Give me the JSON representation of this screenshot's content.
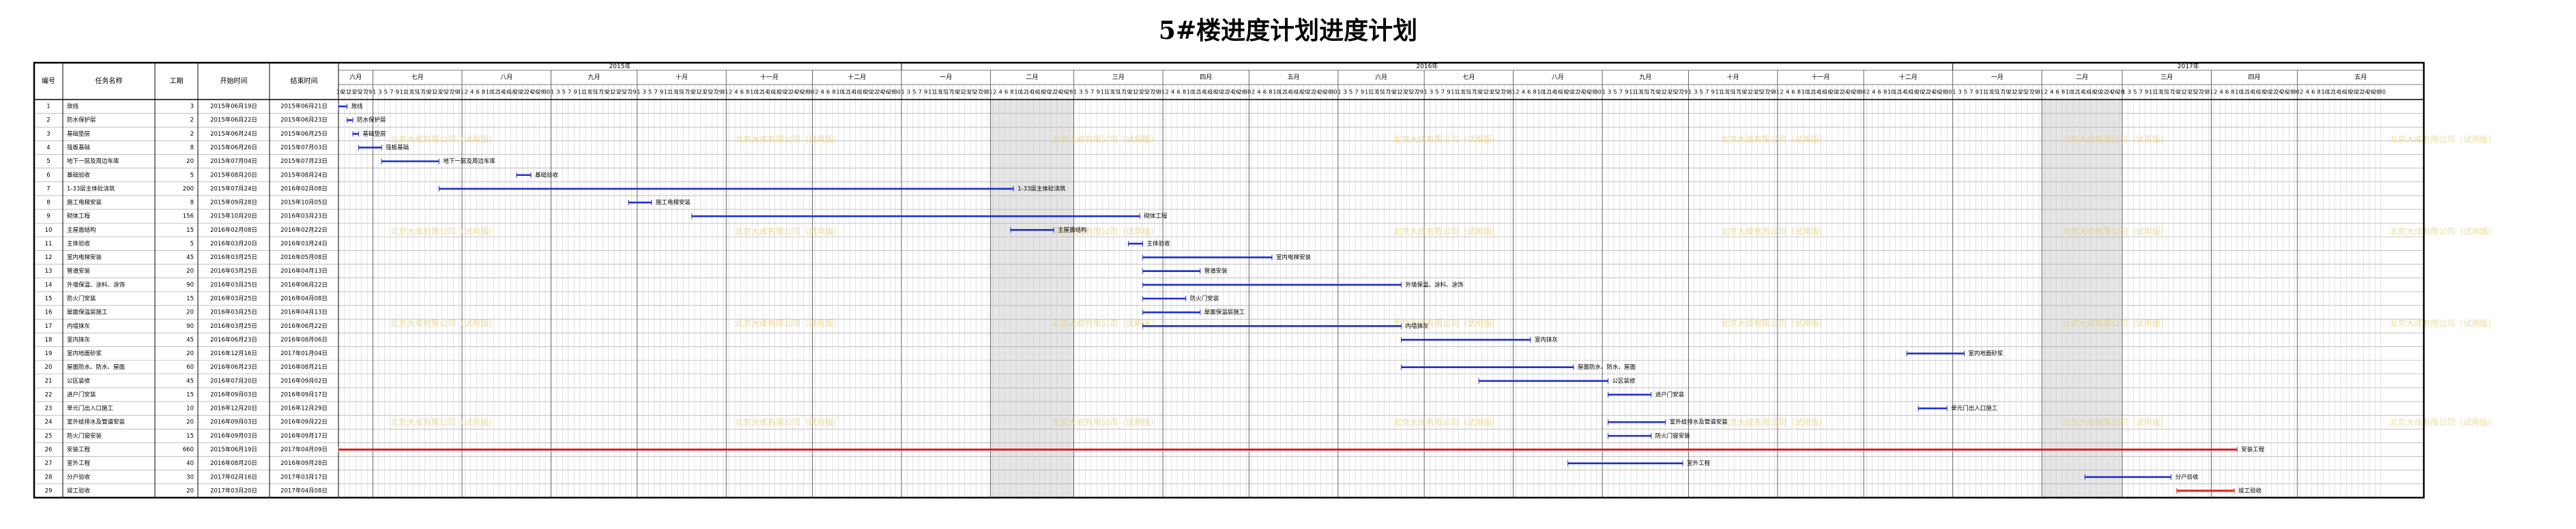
{
  "title": "5#楼进度计划进度计划",
  "headers": {
    "id": "编号",
    "name": "任务名称",
    "dur": "工期",
    "start": "开始时间",
    "end": "结束时间"
  },
  "years": [
    "2015年",
    "2016年",
    "2017年"
  ],
  "months": [
    "六月",
    "七月",
    "八月",
    "九月",
    "十月",
    "十一月",
    "十二月",
    "一月",
    "二月",
    "三月",
    "四月",
    "五月",
    "六月",
    "七月",
    "八月",
    "九月",
    "十月",
    "十一月",
    "十二月",
    "一月",
    "二月",
    "三月",
    "四月",
    "五月"
  ],
  "day_labels": [
    [
      "19",
      "21",
      "23",
      "25",
      "27",
      "29"
    ],
    [
      "1",
      "3",
      "5",
      "7",
      "9",
      "11",
      "13",
      "15",
      "17",
      "19",
      "21",
      "23",
      "25",
      "27",
      "29",
      "31"
    ],
    [
      "2",
      "4",
      "6",
      "8",
      "10",
      "12",
      "14",
      "16",
      "18",
      "20",
      "22",
      "24",
      "26",
      "28",
      "30"
    ],
    [
      "1",
      "3",
      "5",
      "7",
      "9",
      "11",
      "13",
      "15",
      "17",
      "19",
      "21",
      "23",
      "25",
      "27",
      "29"
    ],
    [
      "1",
      "3",
      "5",
      "7",
      "9",
      "11",
      "13",
      "15",
      "17",
      "19",
      "21",
      "23",
      "25",
      "27",
      "29",
      "31"
    ],
    [
      "2",
      "4",
      "6",
      "8",
      "10",
      "12",
      "14",
      "16",
      "18",
      "20",
      "22",
      "24",
      "26",
      "28",
      "30"
    ],
    [
      "2",
      "4",
      "6",
      "8",
      "10",
      "12",
      "14",
      "16",
      "18",
      "20",
      "22",
      "24",
      "26",
      "28",
      "30"
    ],
    [
      "1",
      "3",
      "5",
      "7",
      "9",
      "11",
      "13",
      "15",
      "17",
      "19",
      "21",
      "23",
      "25",
      "27",
      "29",
      "31"
    ],
    [
      "2",
      "4",
      "6",
      "8",
      "10",
      "12",
      "14",
      "16",
      "18",
      "20",
      "22",
      "24",
      "26",
      "28"
    ],
    [
      "1",
      "3",
      "5",
      "7",
      "9",
      "11",
      "13",
      "15",
      "17",
      "19",
      "21",
      "23",
      "25",
      "27",
      "29",
      "31"
    ],
    [
      "2",
      "4",
      "6",
      "8",
      "10",
      "12",
      "14",
      "16",
      "18",
      "20",
      "22",
      "24",
      "26",
      "28",
      "30"
    ],
    [
      "2",
      "4",
      "6",
      "8",
      "10",
      "12",
      "14",
      "16",
      "18",
      "20",
      "22",
      "24",
      "26",
      "28",
      "30"
    ],
    [
      "1",
      "3",
      "5",
      "7",
      "9",
      "11",
      "13",
      "15",
      "17",
      "19",
      "21",
      "23",
      "25",
      "27",
      "29"
    ],
    [
      "1",
      "3",
      "5",
      "7",
      "9",
      "11",
      "13",
      "15",
      "17",
      "19",
      "21",
      "23",
      "25",
      "27",
      "29",
      "31"
    ],
    [
      "2",
      "4",
      "6",
      "8",
      "10",
      "12",
      "14",
      "16",
      "18",
      "20",
      "22",
      "24",
      "26",
      "28",
      "30"
    ],
    [
      "1",
      "3",
      "5",
      "7",
      "9",
      "11",
      "13",
      "15",
      "17",
      "19",
      "21",
      "23",
      "25",
      "27",
      "29"
    ],
    [
      "1",
      "3",
      "5",
      "7",
      "9",
      "11",
      "13",
      "15",
      "17",
      "19",
      "21",
      "23",
      "25",
      "27",
      "29",
      "31"
    ],
    [
      "2",
      "4",
      "6",
      "8",
      "10",
      "12",
      "14",
      "16",
      "18",
      "20",
      "22",
      "24",
      "26",
      "28",
      "30"
    ],
    [
      "2",
      "4",
      "6",
      "8",
      "10",
      "12",
      "14",
      "16",
      "18",
      "20",
      "22",
      "24",
      "26",
      "28",
      "30"
    ],
    [
      "1",
      "3",
      "5",
      "7",
      "9",
      "11",
      "13",
      "15",
      "17",
      "19",
      "21",
      "23",
      "25",
      "27",
      "29",
      "31"
    ],
    [
      "2",
      "4",
      "6",
      "8",
      "10",
      "12",
      "14",
      "16",
      "18",
      "20",
      "22",
      "24",
      "26",
      "28"
    ],
    [
      "1",
      "3",
      "5",
      "7",
      "9",
      "11",
      "13",
      "15",
      "17",
      "19",
      "21",
      "23",
      "25",
      "27",
      "29",
      "31"
    ],
    [
      "2",
      "4",
      "6",
      "8",
      "10",
      "12",
      "14",
      "16",
      "18",
      "20",
      "22",
      "24",
      "26",
      "28",
      "30"
    ],
    [
      "2",
      "4",
      "6",
      "8",
      "10",
      "12",
      "14",
      "16",
      "18",
      "20",
      "22",
      "24",
      "26",
      "28",
      "30"
    ]
  ],
  "watermark": "北京大成有限公司（试用版）",
  "tasks": [
    {
      "id": "1",
      "name": "放线",
      "dur": "3",
      "start": "2015年06月19日",
      "end": "2015年06月21日",
      "bar_start": "2015-06-19",
      "bar_end": "2015-06-21",
      "critical": false
    },
    {
      "id": "2",
      "name": "防水保护层",
      "dur": "2",
      "start": "2015年06月22日",
      "end": "2015年06月23日",
      "bar_start": "2015-06-22",
      "bar_end": "2015-06-23",
      "critical": false
    },
    {
      "id": "3",
      "name": "基础垫层",
      "dur": "2",
      "start": "2015年06月24日",
      "end": "2015年06月25日",
      "bar_start": "2015-06-24",
      "bar_end": "2015-06-25",
      "critical": false
    },
    {
      "id": "4",
      "name": "筏板基础",
      "dur": "8",
      "start": "2015年06月26日",
      "end": "2015年07月03日",
      "bar_start": "2015-06-26",
      "bar_end": "2015-07-03",
      "critical": false
    },
    {
      "id": "5",
      "name": "地下一层及周边车库",
      "dur": "20",
      "start": "2015年07月04日",
      "end": "2015年07月23日",
      "bar_start": "2015-07-04",
      "bar_end": "2015-07-23",
      "critical": false
    },
    {
      "id": "6",
      "name": "基础验收",
      "dur": "5",
      "start": "2015年08月20日",
      "end": "2015年08月24日",
      "bar_start": "2015-08-20",
      "bar_end": "2015-08-24",
      "critical": false
    },
    {
      "id": "7",
      "name": "1-33层主体砼浇筑",
      "dur": "200",
      "start": "2015年07月24日",
      "end": "2016年02月08日",
      "bar_start": "2015-07-24",
      "bar_end": "2016-02-08",
      "critical": false
    },
    {
      "id": "8",
      "name": "施工电梯安装",
      "dur": "8",
      "start": "2015年09月28日",
      "end": "2015年10月05日",
      "bar_start": "2015-09-28",
      "bar_end": "2015-10-05",
      "critical": false
    },
    {
      "id": "9",
      "name": "砌体工程",
      "dur": "156",
      "start": "2015年10月20日",
      "end": "2016年03月23日",
      "bar_start": "2015-10-20",
      "bar_end": "2016-03-23",
      "critical": false
    },
    {
      "id": "10",
      "name": "主屋面结构",
      "dur": "15",
      "start": "2016年02月08日",
      "end": "2016年02月22日",
      "bar_start": "2016-02-08",
      "bar_end": "2016-02-22",
      "critical": false
    },
    {
      "id": "11",
      "name": "主体验收",
      "dur": "5",
      "start": "2016年03月20日",
      "end": "2016年03月24日",
      "bar_start": "2016-03-20",
      "bar_end": "2016-03-24",
      "critical": false
    },
    {
      "id": "12",
      "name": "室内电梯安装",
      "dur": "45",
      "start": "2016年03月25日",
      "end": "2016年05月08日",
      "bar_start": "2016-03-25",
      "bar_end": "2016-05-08",
      "critical": false
    },
    {
      "id": "13",
      "name": "管道安装",
      "dur": "20",
      "start": "2016年03月25日",
      "end": "2016年04月13日",
      "bar_start": "2016-03-25",
      "bar_end": "2016-04-13",
      "critical": false
    },
    {
      "id": "14",
      "name": "外墙保温、涂料、涂饰",
      "dur": "90",
      "start": "2016年03月25日",
      "end": "2016年06月22日",
      "bar_start": "2016-03-25",
      "bar_end": "2016-06-22",
      "critical": false
    },
    {
      "id": "15",
      "name": "防火门安装",
      "dur": "15",
      "start": "2016年03月25日",
      "end": "2016年04月08日",
      "bar_start": "2016-03-25",
      "bar_end": "2016-04-08",
      "critical": false
    },
    {
      "id": "16",
      "name": "屋面保温层施工",
      "dur": "20",
      "start": "2016年03月25日",
      "end": "2016年04月13日",
      "bar_start": "2016-03-25",
      "bar_end": "2016-04-13",
      "critical": false
    },
    {
      "id": "17",
      "name": "内墙抹灰",
      "dur": "90",
      "start": "2016年03月25日",
      "end": "2016年06月22日",
      "bar_start": "2016-03-25",
      "bar_end": "2016-06-22",
      "critical": false
    },
    {
      "id": "18",
      "name": "室内抹灰",
      "dur": "45",
      "start": "2016年06月23日",
      "end": "2016年08月06日",
      "bar_start": "2016-06-23",
      "bar_end": "2016-08-06",
      "critical": false
    },
    {
      "id": "19",
      "name": "室内地面砂浆",
      "dur": "20",
      "start": "2016年12月16日",
      "end": "2017年01月04日",
      "bar_start": "2016-12-16",
      "bar_end": "2017-01-04",
      "critical": false
    },
    {
      "id": "20",
      "name": "屋面防水、防水、屋面",
      "dur": "60",
      "start": "2016年06月23日",
      "end": "2016年08月21日",
      "bar_start": "2016-06-23",
      "bar_end": "2016-08-21",
      "critical": false
    },
    {
      "id": "21",
      "name": "公区装修",
      "dur": "45",
      "start": "2016年07月20日",
      "end": "2016年09月02日",
      "bar_start": "2016-07-20",
      "bar_end": "2016-09-02",
      "critical": false
    },
    {
      "id": "22",
      "name": "进户门安装",
      "dur": "15",
      "start": "2016年09月03日",
      "end": "2016年09月17日",
      "bar_start": "2016-09-03",
      "bar_end": "2016-09-17",
      "critical": false
    },
    {
      "id": "23",
      "name": "单元门出入口施工",
      "dur": "10",
      "start": "2016年12月20日",
      "end": "2016年12月29日",
      "bar_start": "2016-12-20",
      "bar_end": "2016-12-29",
      "critical": false
    },
    {
      "id": "24",
      "name": "室外给排水及管道安装",
      "dur": "20",
      "start": "2016年09月03日",
      "end": "2016年09月22日",
      "bar_start": "2016-09-03",
      "bar_end": "2016-09-22",
      "critical": false
    },
    {
      "id": "25",
      "name": "防火门窗安装",
      "dur": "15",
      "start": "2016年09月03日",
      "end": "2016年09月17日",
      "bar_start": "2016-09-03",
      "bar_end": "2016-09-17",
      "critical": false
    },
    {
      "id": "26",
      "name": "安装工程",
      "dur": "660",
      "start": "2015年06月19日",
      "end": "2017年04月09日",
      "bar_start": "2015-06-19",
      "bar_end": "2017-04-09",
      "critical": true
    },
    {
      "id": "27",
      "name": "室外工程",
      "dur": "40",
      "start": "2016年08月20日",
      "end": "2016年09月28日",
      "bar_start": "2016-08-20",
      "bar_end": "2016-09-28",
      "critical": false
    },
    {
      "id": "28",
      "name": "分户验收",
      "dur": "30",
      "start": "2017年02月16日",
      "end": "2017年03月17日",
      "bar_start": "2017-02-16",
      "bar_end": "2017-03-17",
      "critical": false
    },
    {
      "id": "29",
      "name": "竣工验收",
      "dur": "20",
      "start": "2017年03月20日",
      "end": "2017年04月08日",
      "bar_start": "2017-03-20",
      "bar_end": "2017-04-08",
      "critical": true
    }
  ]
}
